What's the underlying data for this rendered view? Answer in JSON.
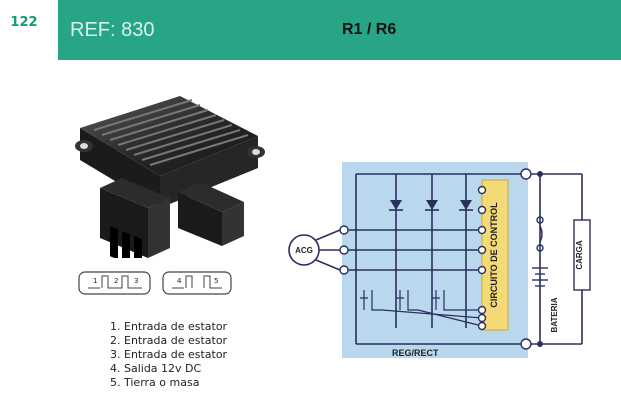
{
  "header": {
    "page_number": "122",
    "ref": "REF: 830",
    "model": "R1 / R6"
  },
  "connectors": [
    {
      "pins": [
        "1",
        "2",
        "3"
      ]
    },
    {
      "pins": [
        "4",
        "5"
      ]
    }
  ],
  "pin_descriptions": [
    "1. Entrada de estator",
    "2. Entrada de estator",
    "3. Entrada de estator",
    "4. Salida 12v DC",
    "5. Tierra o masa"
  ],
  "diagram": {
    "acg_label": "ACG",
    "control_label": "CIRCUITO DE CONTROL",
    "regrect_label": "REG/RECT",
    "bateria_label": "BATERIA",
    "carga_label": "CARGA",
    "colors": {
      "box_fill": "#b9d8ee",
      "control_fill": "#f3da76",
      "wire": "#2b2f5e",
      "accent": "#27a586"
    }
  }
}
